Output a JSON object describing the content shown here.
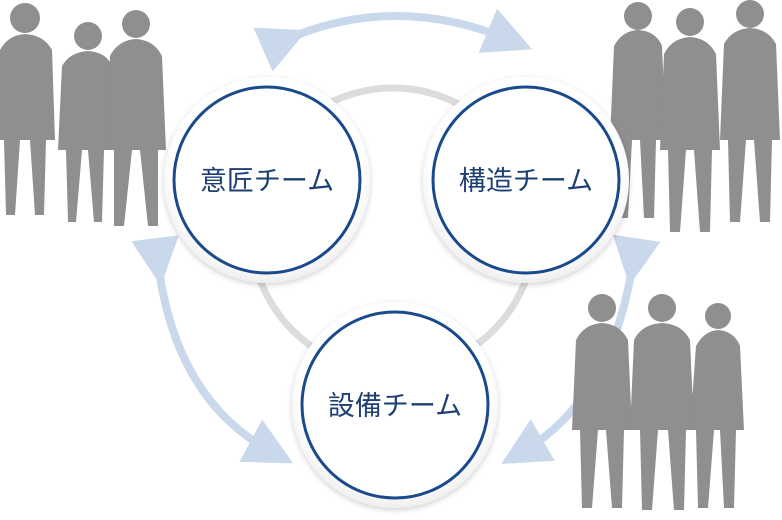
{
  "diagram": {
    "teams": [
      {
        "label": "意匠チーム"
      },
      {
        "label": "構造チーム"
      },
      {
        "label": "設備チーム"
      }
    ],
    "colors": {
      "circle_border": "#1b4a8c",
      "team_text": "#1d3f73",
      "arrow": "#c9d8ea",
      "connector_ring": "#dcdcdc",
      "people_silhouette": "#8f8f8f"
    },
    "icons": [
      "bidirectional-arrow",
      "people-group-silhouette"
    ]
  }
}
